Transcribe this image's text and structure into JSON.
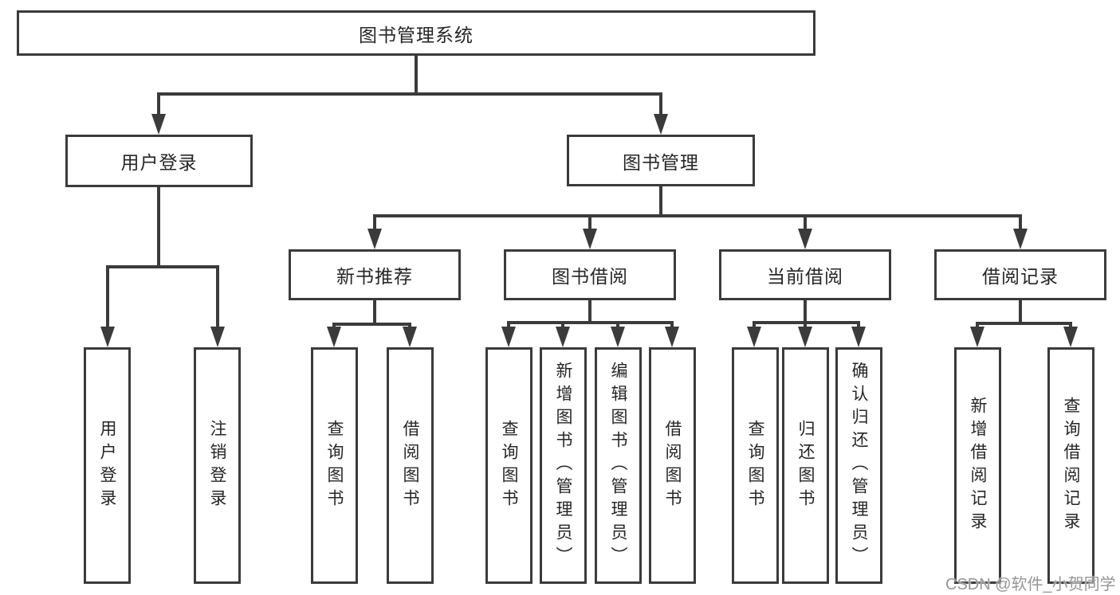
{
  "tree": {
    "label": "图书管理系统",
    "children": [
      {
        "label": "用户登录",
        "children": [
          {
            "label": "用户登录"
          },
          {
            "label": "注销登录"
          }
        ]
      },
      {
        "label": "图书管理",
        "children": [
          {
            "label": "新书推荐",
            "children": [
              {
                "label": "查询图书"
              },
              {
                "label": "借阅图书"
              }
            ]
          },
          {
            "label": "图书借阅",
            "children": [
              {
                "label": "查询图书"
              },
              {
                "label": "新增图书（管理员）"
              },
              {
                "label": "编辑图书（管理员）"
              },
              {
                "label": "借阅图书"
              }
            ]
          },
          {
            "label": "当前借阅",
            "children": [
              {
                "label": "查询图书"
              },
              {
                "label": "归还图书"
              },
              {
                "label": "确认归还（管理员）"
              }
            ]
          },
          {
            "label": "借阅记录",
            "children": [
              {
                "label": "新增借阅记录"
              },
              {
                "label": "查询借阅记录"
              }
            ]
          }
        ]
      }
    ]
  },
  "watermark": "CSDN @软件_小贺同学",
  "colors": {
    "line": "#3b3b3b",
    "text": "#262626",
    "watermark": "#969696",
    "background": "#ffffff"
  }
}
